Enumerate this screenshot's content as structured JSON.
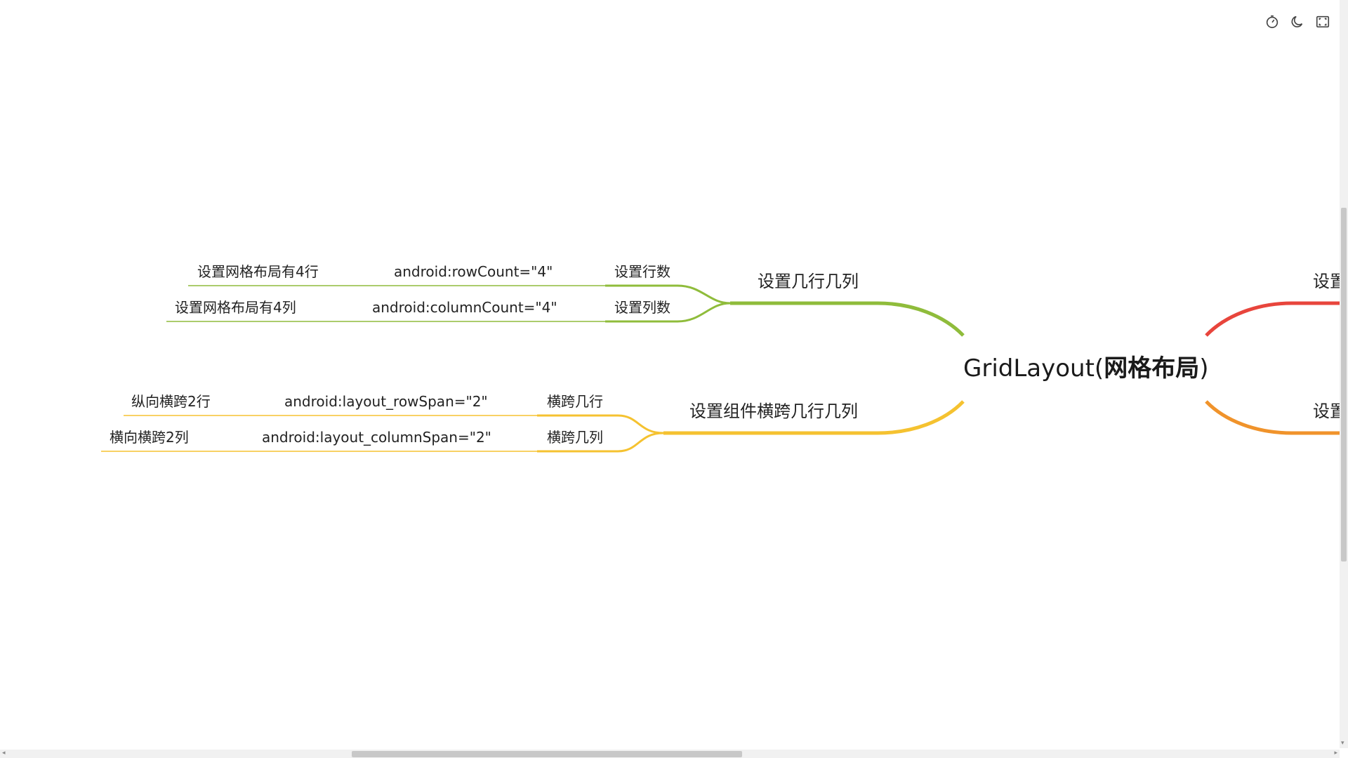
{
  "mindmap": {
    "root": {
      "label_prefix": "GridLayout(",
      "label_bold": "网格布局",
      "label_suffix": ")"
    },
    "branch_rows_cols": {
      "label": "设置几行几列",
      "color": "#8fbc3b",
      "children": [
        {
          "label": "设置行数",
          "attribute": "android:rowCount=\"4\"",
          "description": "设置网格布局有4行"
        },
        {
          "label": "设置列数",
          "attribute": "android:columnCount=\"4\"",
          "description": "设置网格布局有4列"
        }
      ]
    },
    "branch_span": {
      "label": "设置组件横跨几行几列",
      "color": "#f5c230",
      "children": [
        {
          "label": "横跨几行",
          "attribute": "android:layout_rowSpan=\"2\"",
          "description": "纵向横跨2行"
        },
        {
          "label": "横跨几列",
          "attribute": "android:layout_columnSpan=\"2\"",
          "description": "横向横跨2列"
        }
      ]
    },
    "right_branch_top": {
      "label": "设置",
      "color": "#e8453c"
    },
    "right_branch_bottom": {
      "label": "设置",
      "color": "#f0932b"
    }
  },
  "toolbar": {
    "icons": [
      "timer-icon",
      "dark-mode-icon",
      "fullscreen-icon"
    ]
  }
}
